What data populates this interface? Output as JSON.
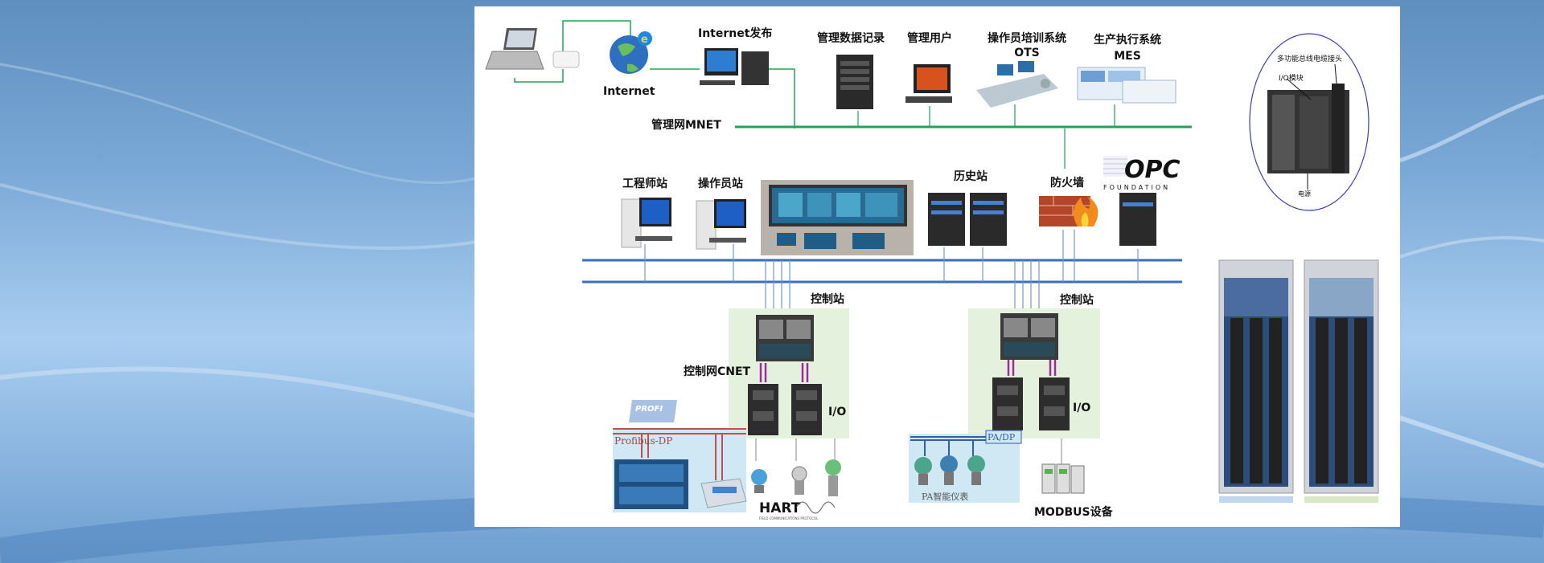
{
  "labels": {
    "internet_publish": "Internet发布",
    "internet": "Internet",
    "mgmt_data_record": "管理数据记录",
    "mgmt_user": "管理用户",
    "ots_line1": "操作员培训系统",
    "ots_line2": "OTS",
    "mes_line1": "生产执行系统",
    "mes_line2": "MES",
    "mnet": "管理网MNET",
    "engineer_station": "工程师站",
    "operator_station": "操作员站",
    "history_station": "历史站",
    "firewall": "防火墙",
    "opc": "OPC",
    "opc_foundation": "FOUNDATION",
    "control_station_1": "控制站",
    "control_station_2": "控制站",
    "cnet": "控制网CNET",
    "io_1": "I/O",
    "io_2": "I/O",
    "profibus": "Profibus-DP",
    "profi": "PROFI",
    "hart": "HART",
    "hart_sub": "FIELD COMMUNICATIONS PROTOCOL",
    "pa_dp": "PA/DP",
    "pa_instrument": "PA智能仪表",
    "modbus": "MODBUS设备",
    "multi_connector": "多功能总线电缆接头",
    "io_module": "I/O模块",
    "power": "电源"
  },
  "colors": {
    "mnet_line": "#1fa35a",
    "cnet_line": "#3b6fb6",
    "purple_link": "#9b2c9b",
    "profibus_red": "#c0504d",
    "pa_blue": "#2e5fa8",
    "control_bg": "#e4f1dc",
    "field_bg": "#cfe8f3"
  }
}
